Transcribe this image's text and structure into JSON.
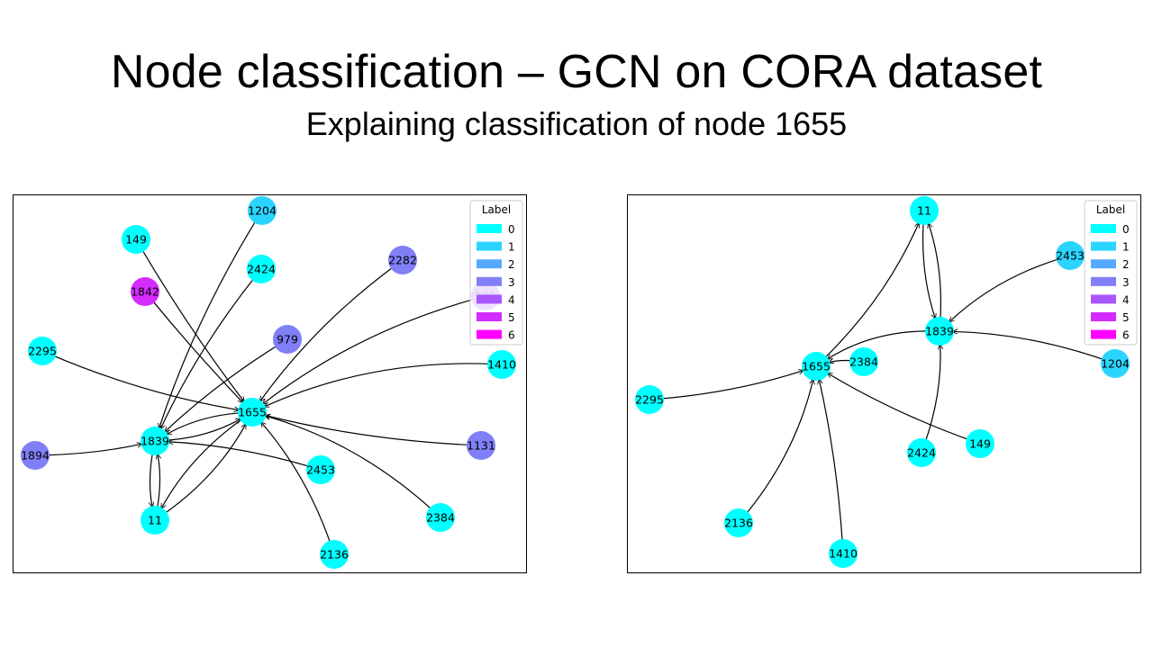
{
  "slide": {
    "title": "Node classification – GCN on CORA dataset",
    "subtitle": "Explaining classification of node 1655"
  },
  "legend": {
    "title": "Label",
    "labels": [
      {
        "text": "0",
        "color": "#00ffff"
      },
      {
        "text": "1",
        "color": "#2bd4ff"
      },
      {
        "text": "2",
        "color": "#55aaff"
      },
      {
        "text": "3",
        "color": "#807ff8"
      },
      {
        "text": "4",
        "color": "#aa55ff"
      },
      {
        "text": "5",
        "color": "#d42bff"
      },
      {
        "text": "6",
        "color": "#ff00ff"
      }
    ]
  },
  "graphs": [
    {
      "nodes": [
        {
          "id": "1655",
          "label": 0
        },
        {
          "id": "1839",
          "label": 0
        },
        {
          "id": "11",
          "label": 0
        },
        {
          "id": "1204",
          "label": 1
        },
        {
          "id": "149",
          "label": 0
        },
        {
          "id": "2424",
          "label": 0
        },
        {
          "id": "2282",
          "label": 3
        },
        {
          "id": "1842",
          "label": 5
        },
        {
          "id": "979",
          "label": 3
        },
        {
          "id": "2295",
          "label": 0
        },
        {
          "id": "1410",
          "label": 0
        },
        {
          "id": "1894",
          "label": 3
        },
        {
          "id": "1131",
          "label": 3
        },
        {
          "id": "2453",
          "label": 0
        },
        {
          "id": "2384",
          "label": 0
        },
        {
          "id": "2136",
          "label": 0
        },
        {
          "id": "221",
          "label": 4
        }
      ],
      "edges": [
        [
          "1204",
          "1839"
        ],
        [
          "149",
          "1655"
        ],
        [
          "2424",
          "1839"
        ],
        [
          "1842",
          "1655"
        ],
        [
          "2282",
          "1655"
        ],
        [
          "979",
          "1839"
        ],
        [
          "2295",
          "1655"
        ],
        [
          "1410",
          "1655"
        ],
        [
          "221",
          "1655"
        ],
        [
          "1131",
          "1655"
        ],
        [
          "1894",
          "1839"
        ],
        [
          "2453",
          "1839"
        ],
        [
          "2384",
          "1655"
        ],
        [
          "2136",
          "1655"
        ],
        [
          "1839",
          "1655"
        ],
        [
          "1655",
          "1839"
        ],
        [
          "1839",
          "11"
        ],
        [
          "11",
          "1839"
        ],
        [
          "11",
          "1655"
        ],
        [
          "1655",
          "11"
        ]
      ]
    },
    {
      "nodes": [
        {
          "id": "11",
          "label": 0
        },
        {
          "id": "2453",
          "label": 1
        },
        {
          "id": "1839",
          "label": 0
        },
        {
          "id": "1204",
          "label": 1
        },
        {
          "id": "1655",
          "label": 0
        },
        {
          "id": "2384",
          "label": 0
        },
        {
          "id": "2295",
          "label": 0
        },
        {
          "id": "2424",
          "label": 0
        },
        {
          "id": "149",
          "label": 0
        },
        {
          "id": "2136",
          "label": 0
        },
        {
          "id": "1410",
          "label": 0
        }
      ],
      "edges": [
        [
          "1655",
          "11"
        ],
        [
          "11",
          "1839"
        ],
        [
          "1839",
          "11"
        ],
        [
          "2453",
          "1839"
        ],
        [
          "1204",
          "1839"
        ],
        [
          "1839",
          "1655"
        ],
        [
          "2384",
          "1655"
        ],
        [
          "2295",
          "1655"
        ],
        [
          "2424",
          "1839"
        ],
        [
          "149",
          "1655"
        ],
        [
          "2136",
          "1655"
        ],
        [
          "1410",
          "1655"
        ]
      ]
    }
  ]
}
